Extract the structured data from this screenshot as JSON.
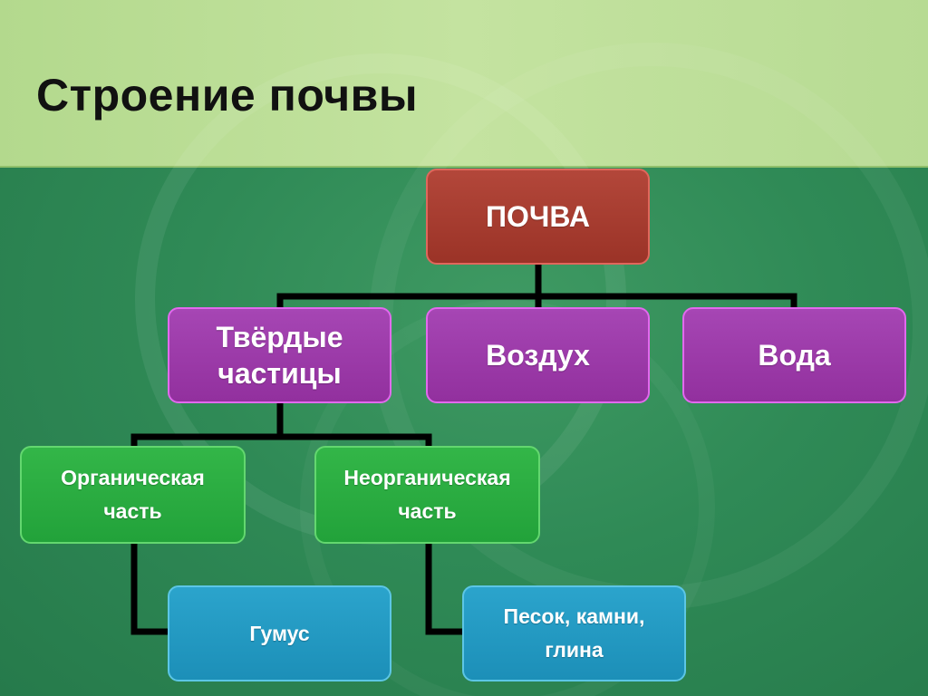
{
  "title": "Строение почвы",
  "root": {
    "label": "ПОЧВА"
  },
  "components": [
    {
      "label": "Твёрдые\nчастицы"
    },
    {
      "label": "Воздух"
    },
    {
      "label": "Вода"
    }
  ],
  "solid_parts": [
    {
      "label": "Органическая\nчасть"
    },
    {
      "label": "Неорганическая\nчасть"
    }
  ],
  "examples": [
    {
      "label": "Гумус"
    },
    {
      "label": "Песок, камни,\nглина"
    }
  ],
  "colors": {
    "root": "#a33a2e",
    "components": "#9b38a8",
    "parts": "#29ad42",
    "examples": "#2398c0",
    "header": "#bfe19b",
    "background": "#2f8a56",
    "connector": "#000000"
  }
}
